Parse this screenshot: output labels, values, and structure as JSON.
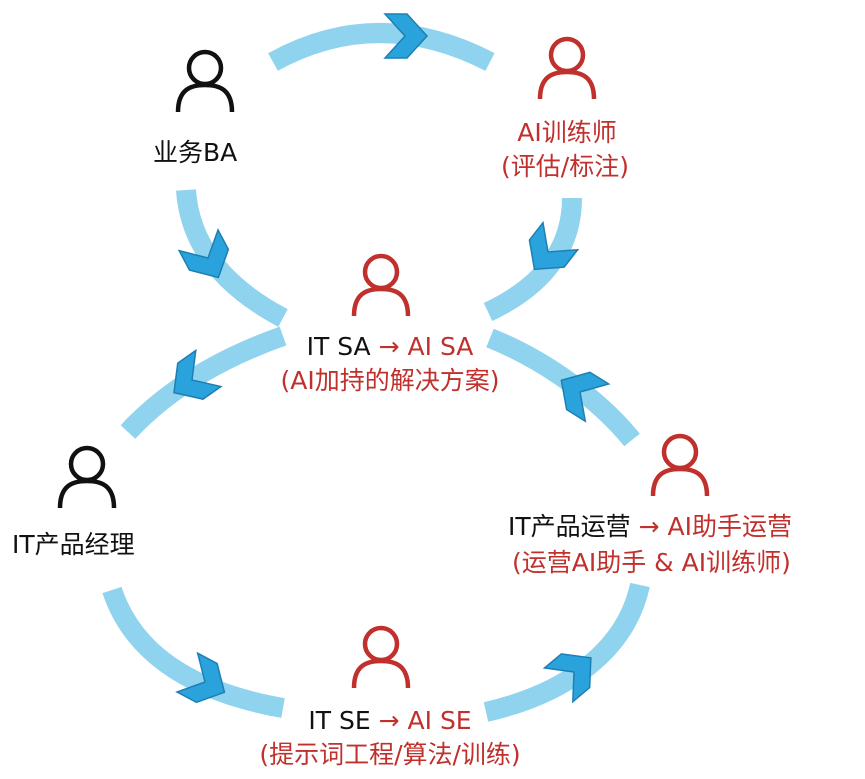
{
  "colors": {
    "arc": "#8fd3ef",
    "arrowhead": "#2aa2db",
    "arrowhead_edge": "#1d7fb3",
    "text_red": "#c0302c",
    "text_black": "#111111"
  },
  "icons": [
    "person-icon"
  ],
  "nodes": {
    "business_ba": {
      "label": "业务BA",
      "icon": "person-icon",
      "icon_color": "#111111"
    },
    "ai_trainer": {
      "label": "AI训练师",
      "sublabel": "(评估/标注)",
      "icon": "person-icon",
      "icon_color": "#c0302c"
    },
    "sa": {
      "from": "IT SA",
      "arrow": "→",
      "to": "AI SA",
      "sublabel": "(AI加持的解决方案)",
      "icon": "person-icon",
      "icon_color": "#c0302c"
    },
    "it_pm": {
      "label": "IT产品经理",
      "icon": "person-icon",
      "icon_color": "#111111"
    },
    "ops": {
      "from": "IT产品运营",
      "arrow": "→",
      "to": "AI助手运营",
      "sublabel": "(运营AI助手 & AI训练师)",
      "icon": "person-icon",
      "icon_color": "#c0302c"
    },
    "se": {
      "from": "IT SE",
      "arrow": "→",
      "to": "AI SE",
      "sublabel": "(提示词工程/算法/训练)",
      "icon": "person-icon",
      "icon_color": "#c0302c"
    }
  }
}
